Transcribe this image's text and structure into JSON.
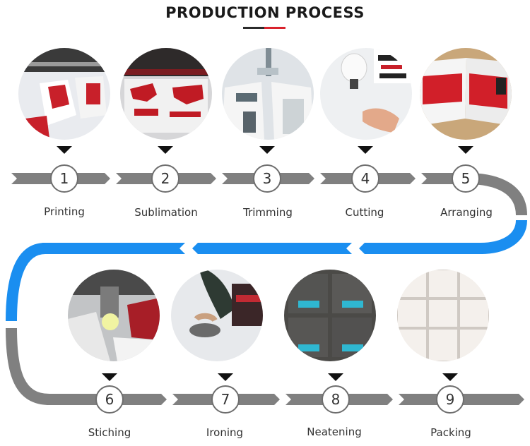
{
  "title": "PRODUCTION PROCESS",
  "colors": {
    "gray_band": "#808080",
    "blue_band": "#1a8ef0",
    "accent_red": "#d9232d"
  },
  "steps": [
    {
      "number": "1",
      "label": "Printing"
    },
    {
      "number": "2",
      "label": "Sublimation"
    },
    {
      "number": "3",
      "label": "Trimming"
    },
    {
      "number": "4",
      "label": "Cutting"
    },
    {
      "number": "5",
      "label": "Arranging"
    },
    {
      "number": "6",
      "label": "Stiching"
    },
    {
      "number": "7",
      "label": "Ironing"
    },
    {
      "number": "8",
      "label": "Neatening"
    },
    {
      "number": "9",
      "label": "Packing"
    }
  ]
}
